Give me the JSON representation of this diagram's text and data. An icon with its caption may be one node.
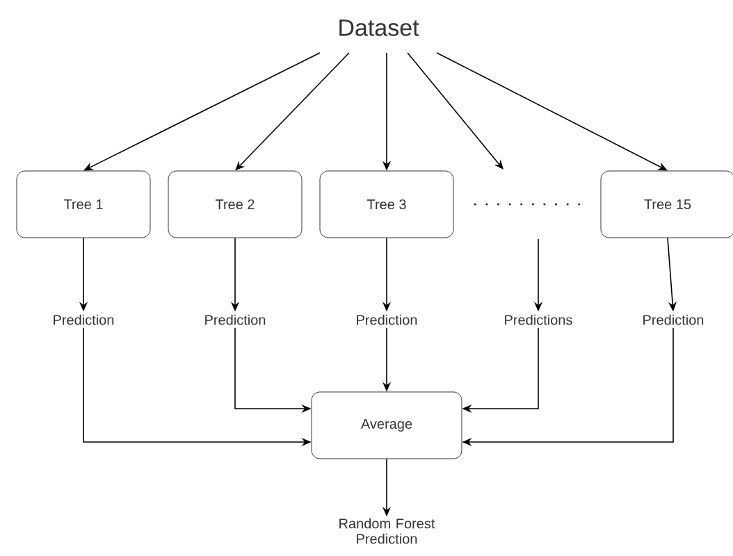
{
  "diagram": {
    "nodes": [
      {
        "text": [
          "Dataset"
        ]
      },
      {
        "text": [
          "Tree 1"
        ]
      },
      {
        "text": [
          "Tree 2"
        ]
      },
      {
        "text": [
          "Tree 3"
        ]
      },
      {
        "text": [
          "Tree 15"
        ]
      },
      {
        "text": [
          "Prediction"
        ]
      },
      {
        "text": [
          "Prediction"
        ]
      },
      {
        "text": [
          "Prediction"
        ]
      },
      {
        "text": [
          "Predictions"
        ]
      },
      {
        "text": [
          "Prediction"
        ]
      },
      {
        "text": [
          "Average"
        ]
      },
      {
        "text": [
          "Random Forest Prediction"
        ]
      }
    ],
    "edges": [
      {
        "from": 0,
        "to": 1,
        "arrow": "to"
      },
      {
        "from": 0,
        "to": 2,
        "arrow": "to"
      },
      {
        "from": 0,
        "to": 3,
        "arrow": "to"
      },
      {
        "from": 0,
        "to": null,
        "arrow": "to"
      },
      {
        "from": 0,
        "to": 4,
        "arrow": "to"
      },
      {
        "from": 1,
        "to": 5,
        "arrow": "to"
      },
      {
        "from": 2,
        "to": 6,
        "arrow": "to"
      },
      {
        "from": 3,
        "to": 7,
        "arrow": "to"
      },
      {
        "from": null,
        "to": 8,
        "arrow": "to"
      },
      {
        "from": 4,
        "to": 9,
        "arrow": "to"
      },
      {
        "from": 5,
        "to": 10,
        "arrow": "to"
      },
      {
        "from": 6,
        "to": 10,
        "arrow": "to"
      },
      {
        "from": 7,
        "to": 10,
        "arrow": "to"
      },
      {
        "from": 8,
        "to": 10,
        "arrow": "to"
      },
      {
        "from": 9,
        "to": 10,
        "arrow": "to"
      },
      {
        "from": 10,
        "to": 11,
        "arrow": "to"
      }
    ]
  }
}
